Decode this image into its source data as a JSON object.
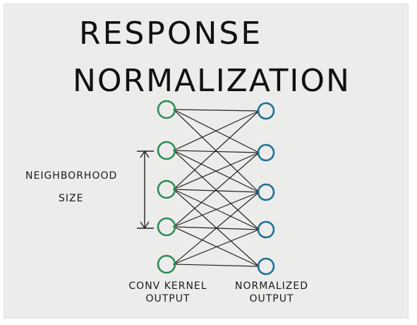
{
  "title": {
    "line1": "RESPONSE",
    "line2": "NORMALIZATION"
  },
  "labels": {
    "neighborhood_line1": "NEIGHBORHOOD",
    "neighborhood_line2": "SIZE",
    "input_line1": "CONV KERNEL",
    "input_line2": "OUTPUT",
    "output_line1": "NORMALIZED",
    "output_line2": "OUTPUT"
  },
  "colors": {
    "input_node": "#2e8b57",
    "output_node": "#1f6f96",
    "ink": "#222222",
    "paper": "#ececea"
  }
}
